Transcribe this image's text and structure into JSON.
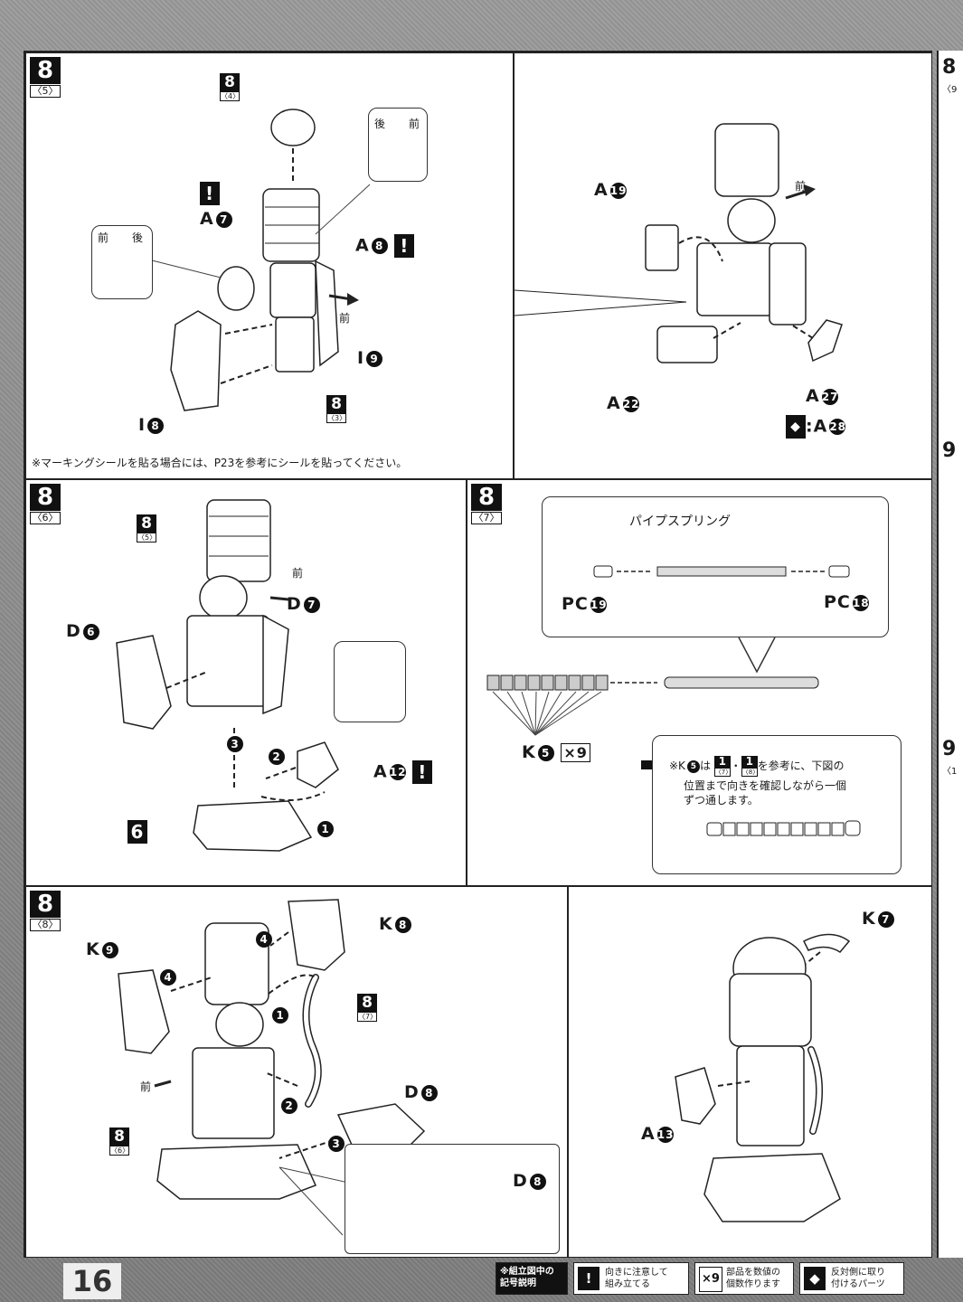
{
  "page_number": "16",
  "note_marking": "※マーキングシールを貼る場合には、P23を参考にシールを貼ってください。",
  "panel1": {
    "step": "8",
    "sub": "〈5〉",
    "ref_top": {
      "num": "8",
      "sub": "〈4〉"
    },
    "ref_bottom": {
      "num": "8",
      "sub": "〈3〉"
    },
    "callout_left": {
      "a": "前",
      "b": "後"
    },
    "callout_right": {
      "a": "後",
      "b": "前"
    },
    "labels": {
      "a7": "A",
      "a8": "A",
      "i9": "I",
      "i8": "I",
      "front": "前"
    },
    "circ": {
      "a7": "7",
      "a8": "8",
      "i9": "9",
      "i8": "8"
    }
  },
  "panel2": {
    "front": "前",
    "labels": {
      "a19": "A",
      "a22": "A",
      "a27": "A",
      "a28": ":A"
    },
    "circ": {
      "a19": "19",
      "a22": "22",
      "a27": "27",
      "a28": "28"
    }
  },
  "panel3": {
    "step": "8",
    "sub": "〈6〉",
    "ref": {
      "num": "8",
      "sub": "〈5〉"
    },
    "front": "前",
    "labels": {
      "d6": "D",
      "d7": "D",
      "a12": "A"
    },
    "circ": {
      "d6": "6",
      "d7": "7",
      "a12": "12"
    },
    "six": "6",
    "steps": [
      "1",
      "2",
      "3"
    ]
  },
  "panel4": {
    "step": "8",
    "sub": "〈7〉",
    "pipe_spring": "パイプスプリング",
    "labels": {
      "pc19": "PC",
      "pc18": "PC",
      "k5": "K"
    },
    "circ": {
      "pc19": "19",
      "pc18": "18",
      "k5": "5"
    },
    "times9": "×9",
    "note_line1": "※K",
    "note_circ": "5",
    "note_mid": "は",
    "note_ref1": {
      "num": "1",
      "sub": "〈7〉"
    },
    "note_dot": "・",
    "note_ref2": {
      "num": "1",
      "sub": "〈8〉"
    },
    "note_tail": "を参考に、下図の",
    "note_line2": "位置まで向きを確認しながら一個",
    "note_line3": "ずつ通します。"
  },
  "panel5": {
    "step": "8",
    "sub": "〈8〉",
    "ref_pipe": {
      "num": "8",
      "sub": "〈7〉"
    },
    "ref_base": {
      "num": "8",
      "sub": "〈6〉"
    },
    "front": "前",
    "labels": {
      "k9": "K",
      "k8": "K",
      "d8": "D",
      "d8b": "D"
    },
    "circ": {
      "k9": "9",
      "k8": "8",
      "d8": "8",
      "d8b": "8"
    },
    "steps": [
      "1",
      "2",
      "3",
      "4",
      "4"
    ]
  },
  "panel6": {
    "labels": {
      "k7": "K",
      "a13": "A"
    },
    "circ": {
      "k7": "7",
      "a13": "13"
    }
  },
  "legend": {
    "title1": "※組立図中の",
    "title2": "記号説明",
    "warn_icon": "!",
    "warn1": "向きに注意して",
    "warn2": "組み立てる",
    "mult_icon": "×9",
    "mult1": "部品を数値の",
    "mult2": "個数作ります",
    "mirror1": "反対側に取り",
    "mirror2": "付けるパーツ"
  },
  "right_edge": {
    "s1": "8",
    "s1sub": "〈9",
    "s2": "9",
    "s3": "9",
    "s3sub": "〈1"
  }
}
